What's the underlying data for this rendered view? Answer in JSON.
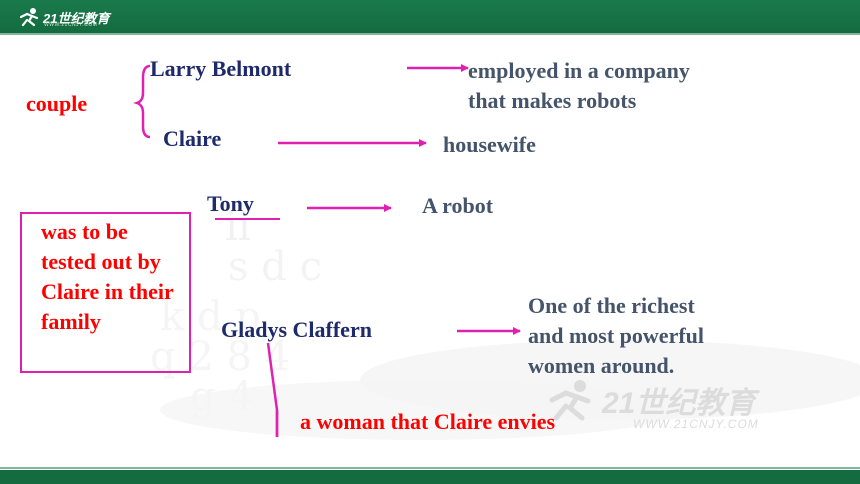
{
  "header": {
    "logo_text": "21世纪教育",
    "logo_subtext": "WWW.21CNJY.COM"
  },
  "names": {
    "larry": "Larry Belmont",
    "claire": "Claire",
    "tony": "Tony",
    "gladys": "Gladys Claffern"
  },
  "labels": {
    "couple": "couple"
  },
  "descriptions": {
    "larry_line1": "employed in a company",
    "larry_line2": "that makes robots",
    "claire": "housewife",
    "tony": "A robot",
    "gladys_line1": "One of the richest",
    "gladys_line2": "and most powerful",
    "gladys_line3": "women around."
  },
  "note_box": {
    "line1": "was to be",
    "line2": "tested out by",
    "line3": "Claire in their",
    "line4": "family"
  },
  "relation": {
    "gladys_claire": "a woman that Claire envies"
  },
  "watermark": {
    "text": "21世纪教育",
    "subtext": "WWW.21CNJY.COM"
  },
  "colors": {
    "header_green": "#136b3f",
    "arrow_magenta": "#e020b0",
    "name_navy": "#1f2a6b",
    "desc_gray": "#44546a",
    "highlight_red": "#ff0000"
  }
}
